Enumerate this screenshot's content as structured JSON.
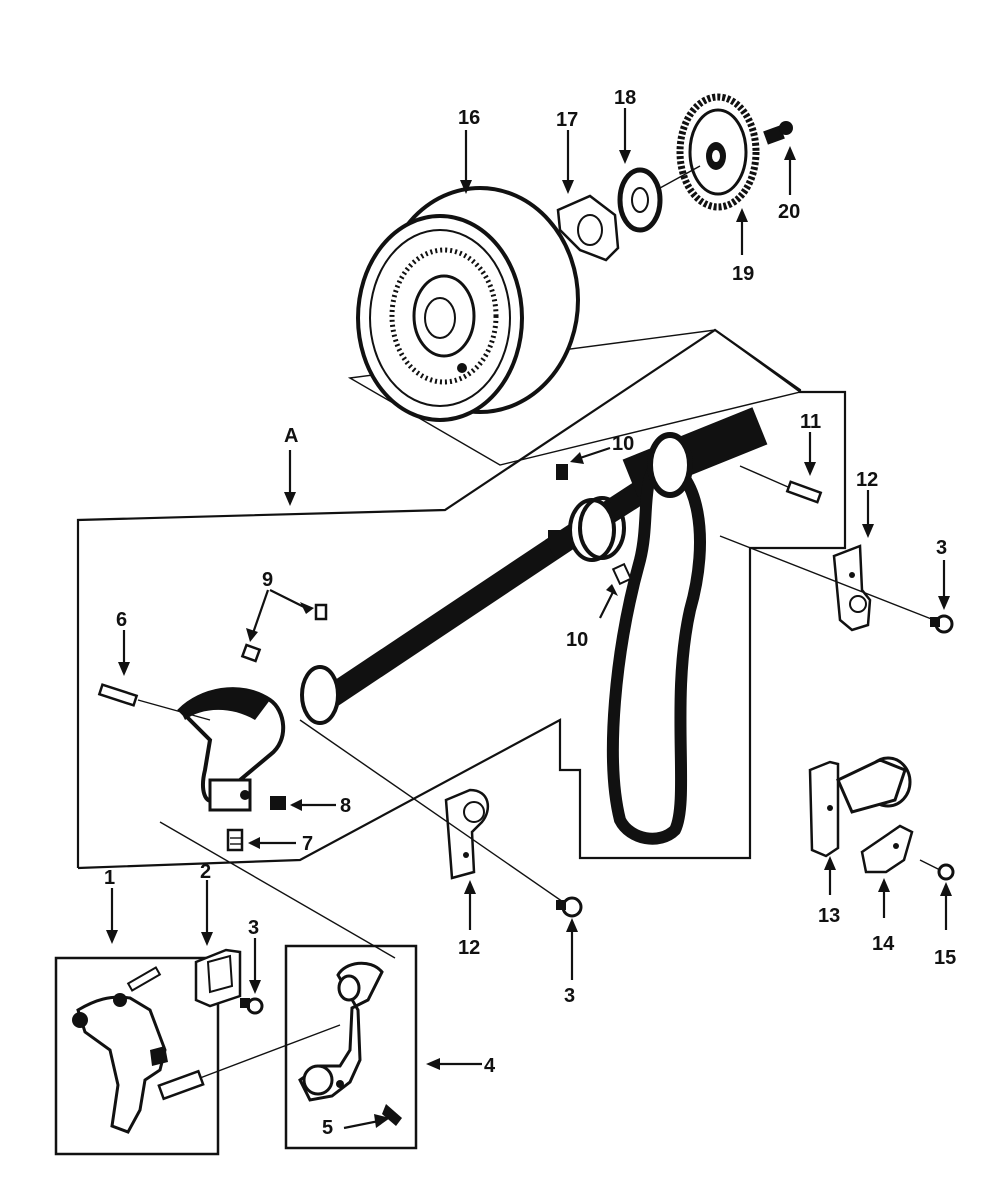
{
  "labels": {
    "p1": "1",
    "p2": "2",
    "p3a": "3",
    "p3b": "3",
    "p3c": "3",
    "p4": "4",
    "p5": "5",
    "p6": "6",
    "p7": "7",
    "p8": "8",
    "p9": "9",
    "p10a": "10",
    "p10b": "10",
    "p11": "11",
    "p12a": "12",
    "p12b": "12",
    "p13": "13",
    "p14": "14",
    "p15": "15",
    "p16": "16",
    "p17": "17",
    "p18": "18",
    "p19": "19",
    "p20": "20",
    "assembly": "A"
  }
}
